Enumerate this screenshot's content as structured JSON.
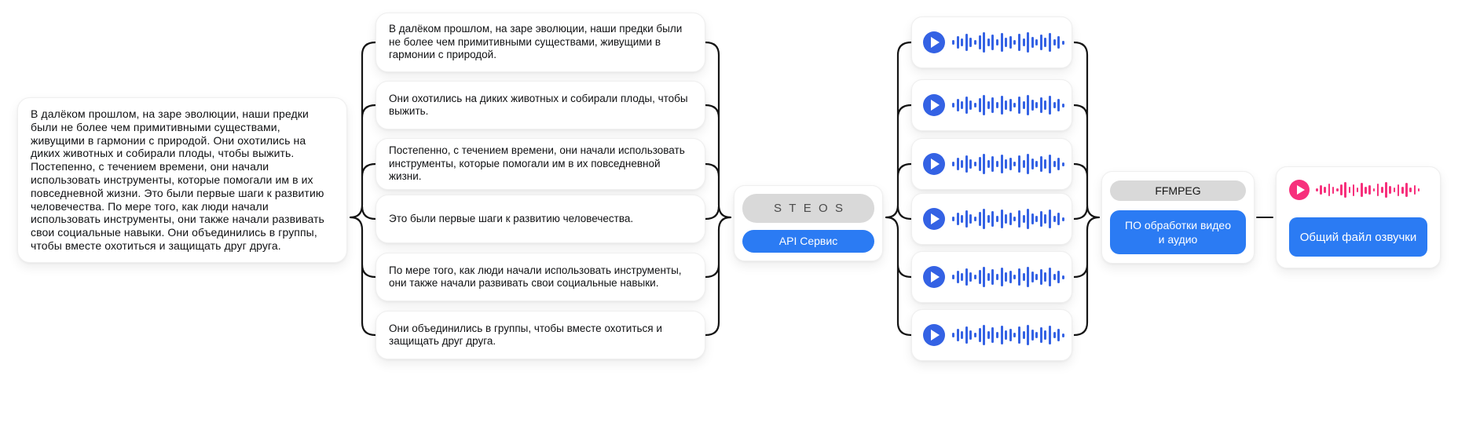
{
  "source": {
    "text": "В далёком прошлом, на заре эволюции, наши предки были не более чем примитивными существами, живущими в гармонии с природой. Они охотились на диких животных и собирали плоды, чтобы выжить. Постепенно, с течением времени, они начали использовать инструменты, которые помогали им в их повседневной жизни. Это были первые шаги к развитию человечества. По мере того, как люди начали использовать инструменты, они также начали развивать свои социальные навыки. Они объединились в группы, чтобы вместе охотиться и защищать друг друга."
  },
  "sentences": [
    "В далёком прошлом, на заре эволюции, наши предки были не более чем примитивными существами, живущими в гармонии с природой.",
    "Они охотились на диких животных и собирали плоды, чтобы выжить.",
    "Постепенно, с течением времени, они начали использовать инструменты, которые помогали им в их повседневной жизни.",
    "Это были первые шаги к развитию человечества.",
    "По мере того, как люди начали использовать инструменты, они также начали развивать свои социальные навыки.",
    "Они объединились в группы, чтобы вместе охотиться и защищать друг друга."
  ],
  "pipeline": {
    "tts_service": {
      "brand": "STEOS",
      "role": "API Сервис"
    },
    "processor": {
      "brand": "FFMPEG",
      "role": "ПО обработки видео и аудио"
    },
    "output": {
      "label": "Общий файл озвучки"
    }
  },
  "audio": {
    "segment_count": 6,
    "waveform_pattern": [
      6,
      16,
      10,
      22,
      12,
      6,
      18,
      26,
      10,
      20,
      8,
      24,
      12,
      16,
      6,
      22,
      10,
      26,
      14,
      8,
      20,
      12,
      24,
      8,
      16,
      5
    ],
    "output_waveform_scale": 0.75
  },
  "colors": {
    "accent_blue": "#2b7bf3",
    "audio_blue": "#3462e4",
    "output_pink": "#f7307c",
    "pill_gray": "#d9d9d9",
    "connector_black": "#141414"
  }
}
